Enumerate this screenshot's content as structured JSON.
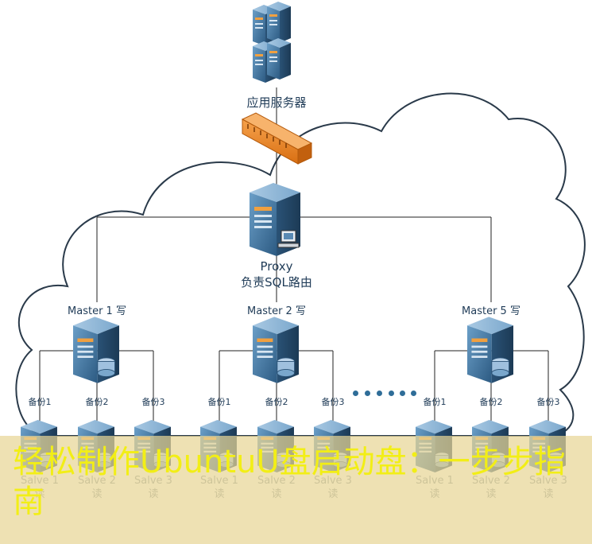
{
  "app_server": {
    "label": "应用服务器"
  },
  "proxy": {
    "name": "Proxy",
    "description": "负责SQL路由"
  },
  "groups": [
    {
      "master": "Master 1 写",
      "backups": [
        "备份1",
        "备份2",
        "备份3"
      ],
      "slaves": [
        {
          "name": "Salve 1",
          "mode": "读"
        },
        {
          "name": "Salve 2",
          "mode": "读"
        },
        {
          "name": "Salve 3",
          "mode": "读"
        }
      ]
    },
    {
      "master": "Master 2 写",
      "backups": [
        "备份1",
        "备份2",
        "备份3"
      ],
      "slaves": [
        {
          "name": "Salve 1",
          "mode": "读"
        },
        {
          "name": "Salve 2",
          "mode": "读"
        },
        {
          "name": "Salve 3",
          "mode": "读"
        }
      ]
    },
    {
      "master": "Master 5 写",
      "backups": [
        "备份1",
        "备份2",
        "备份3"
      ],
      "slaves": [
        {
          "name": "Salve 1",
          "mode": "读"
        },
        {
          "name": "Salve 2",
          "mode": "读"
        },
        {
          "name": "Salve 3",
          "mode": "读"
        }
      ]
    }
  ],
  "colors": {
    "server_front": "#3d6e9a",
    "server_side": "#2a5276",
    "firewall": "#f08a2a",
    "cloud_stroke": "#2a3a4a",
    "banner_text": "#f2ee16"
  },
  "banner": {
    "title": "轻松制作UbuntuU盘启动盘：一步步指南"
  }
}
